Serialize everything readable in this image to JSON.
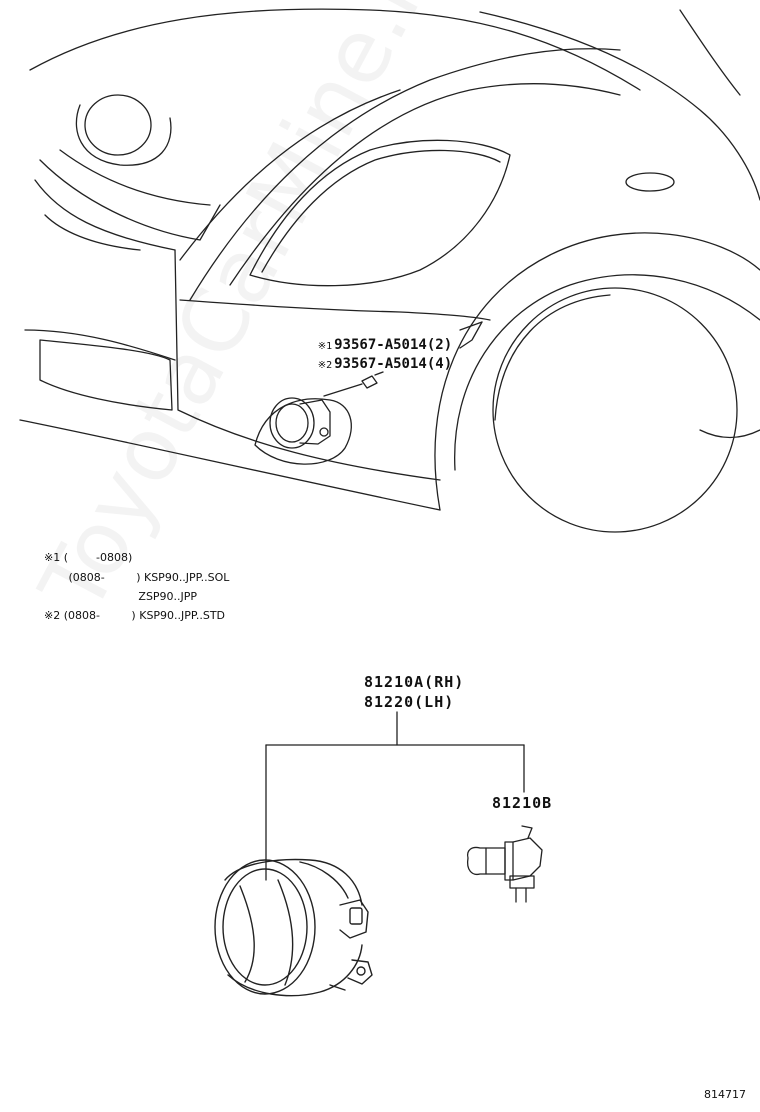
{
  "watermark": "ToyotaCarMine.ru",
  "fasteners": [
    {
      "mark": "※1",
      "part": "93567-A5014(2)"
    },
    {
      "mark": "※2",
      "part": "93567-A5014(4)"
    }
  ],
  "notes": [
    "※1 (        -0808)",
    "       (0808-         ) KSP90..JPP..SOL",
    "                           ZSP90..JPP",
    "※2 (0808-         ) KSP90..JPP..STD"
  ],
  "assembly": {
    "rh": "81210A(RH)",
    "lh": "81220(LH)"
  },
  "bulb": "81210B",
  "diagram_id": "814717"
}
